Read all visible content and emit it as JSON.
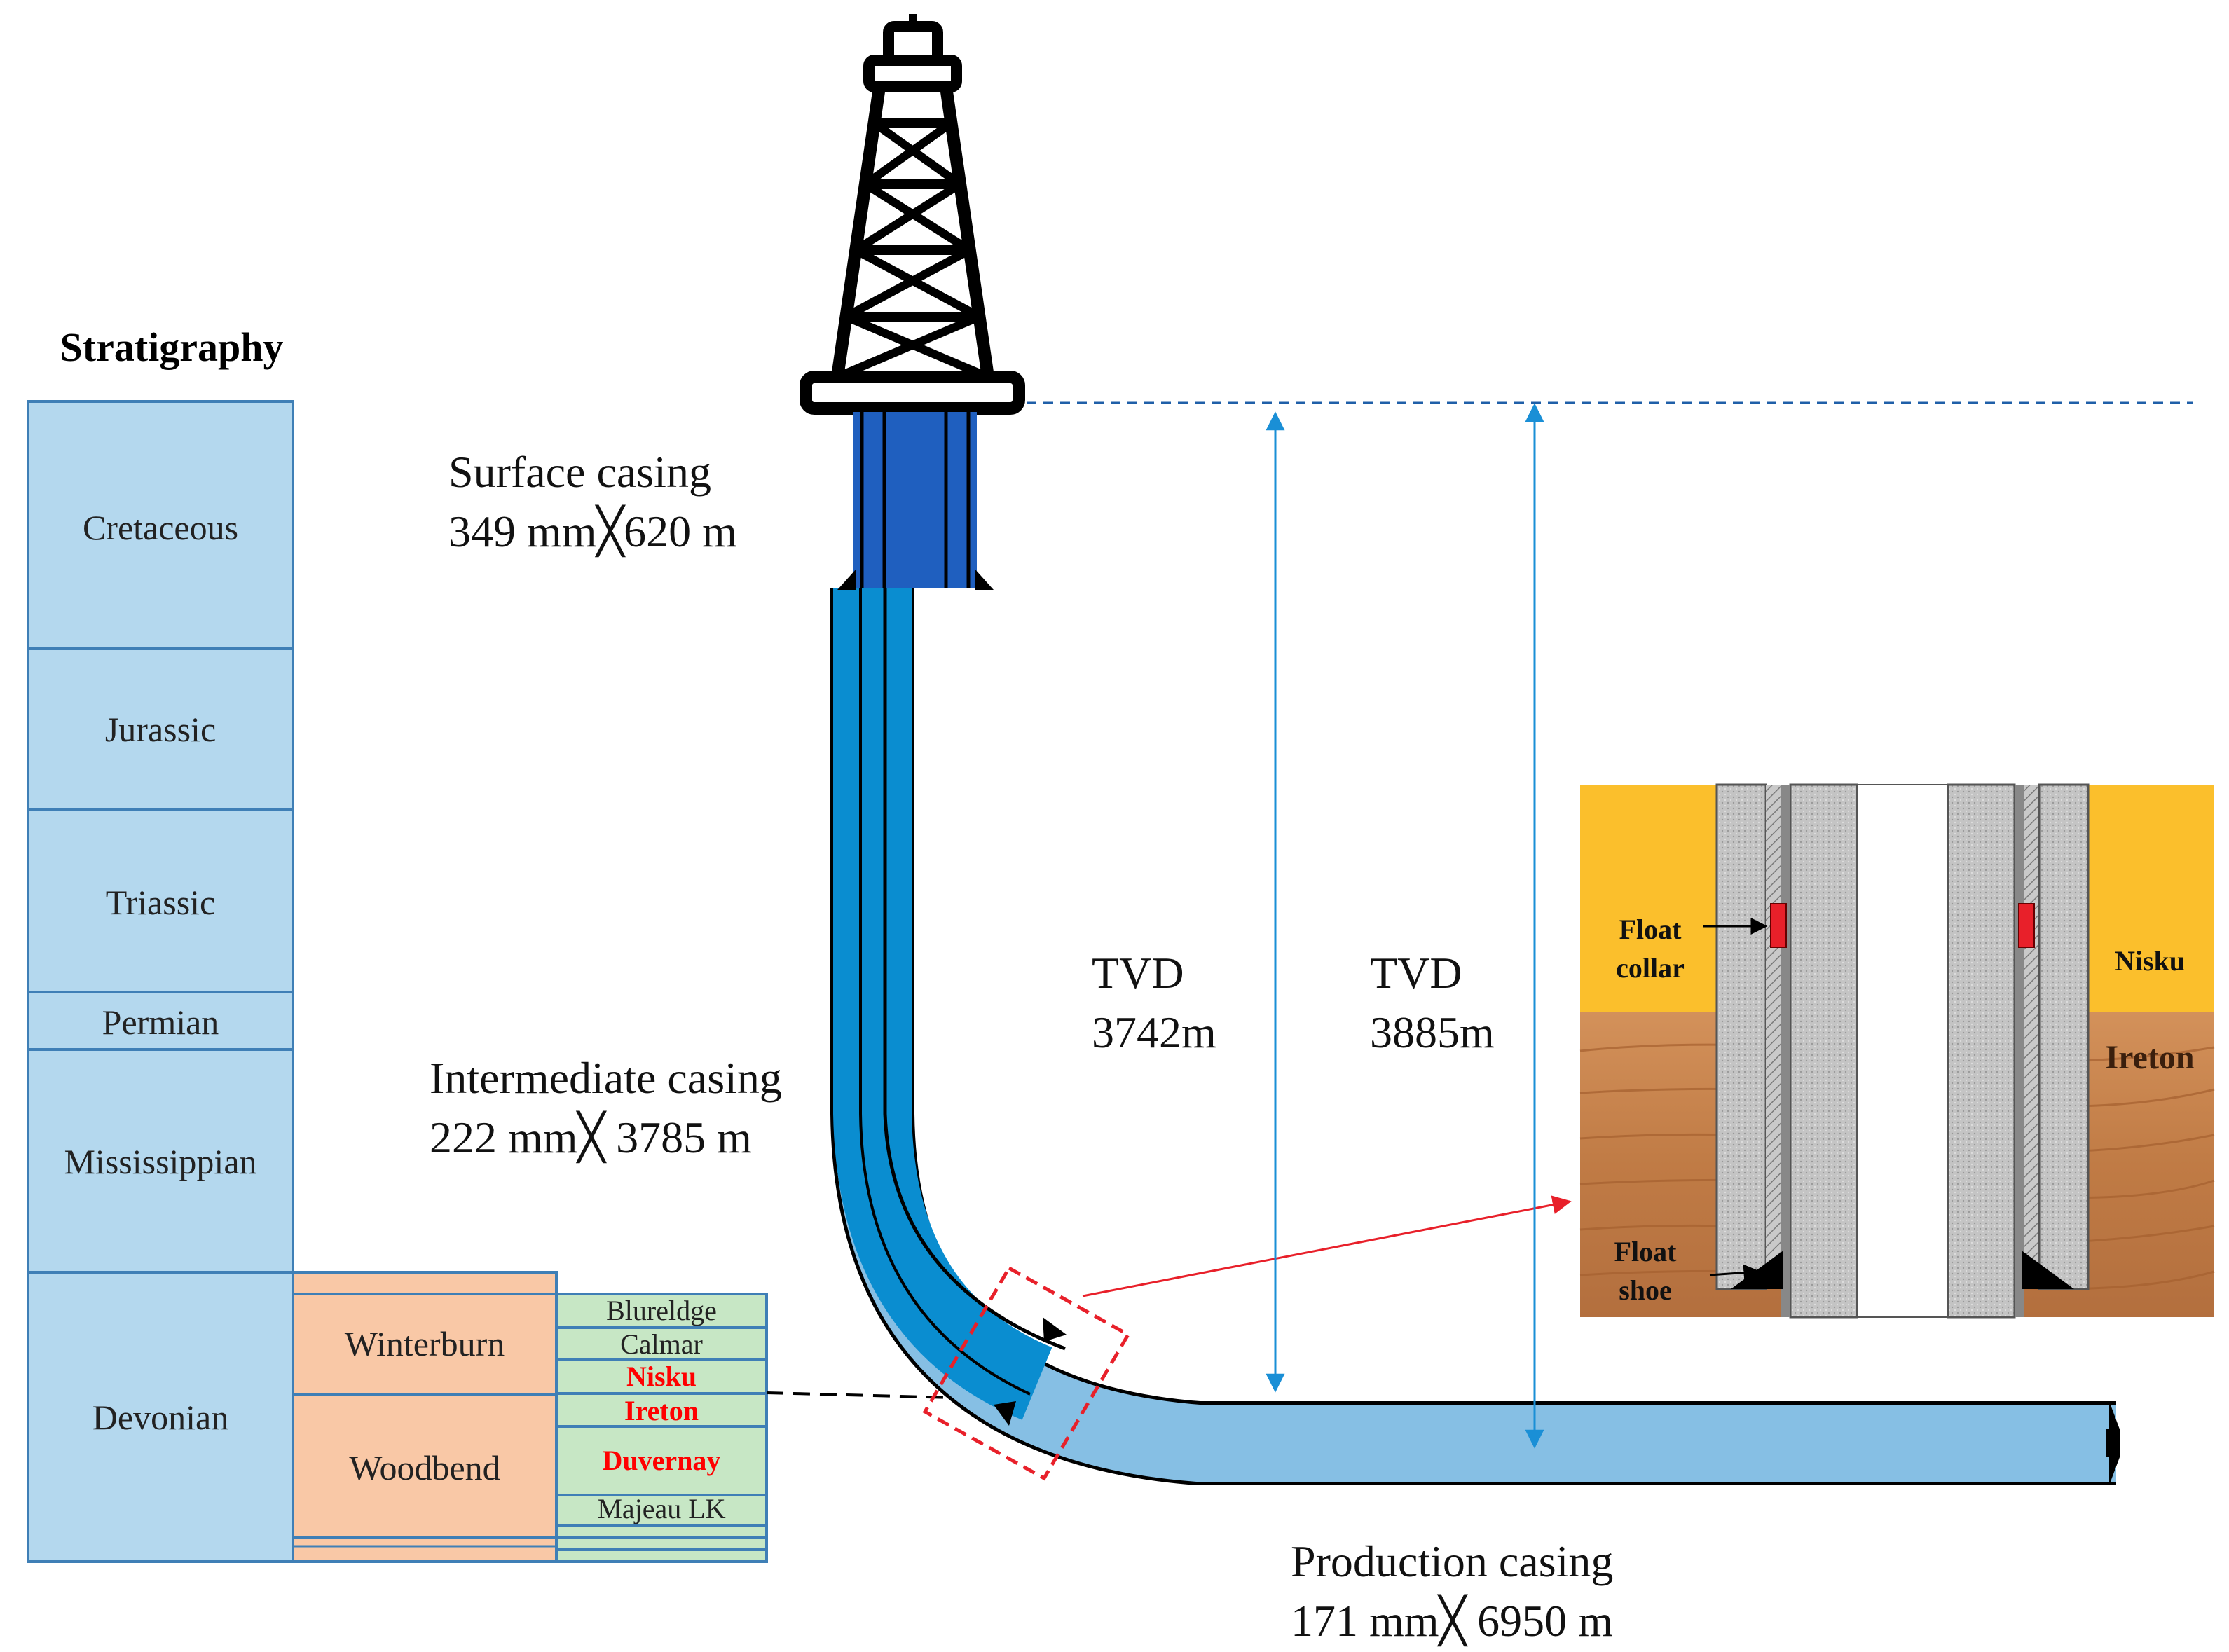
{
  "stratigraphy": {
    "title": "Stratigraphy",
    "periods": [
      {
        "label": "Cretaceous"
      },
      {
        "label": "Jurassic"
      },
      {
        "label": "Triassic"
      },
      {
        "label": "Permian"
      },
      {
        "label": "Mississippian"
      },
      {
        "label": "Devonian"
      }
    ],
    "groups": [
      {
        "label": "Winterburn"
      },
      {
        "label": "Woodbend"
      }
    ],
    "formations": [
      {
        "label": "Blureldge",
        "highlight": false
      },
      {
        "label": "Calmar",
        "highlight": false
      },
      {
        "label": "Nisku",
        "highlight": true
      },
      {
        "label": "Ireton",
        "highlight": true
      },
      {
        "label": "Duvernay",
        "highlight": true
      },
      {
        "label": "Majeau LK",
        "highlight": false
      }
    ]
  },
  "casings": {
    "surface": {
      "name": "Surface casing",
      "size": "349 mm╳620 m"
    },
    "intermediate": {
      "name": "Intermediate casing",
      "size": "222 mm╳ 3785 m"
    },
    "production": {
      "name": "Production casing",
      "size": "171 mm╳ 6950 m"
    }
  },
  "tvd": [
    {
      "label": "TVD",
      "value": "3742m"
    },
    {
      "label": "TVD",
      "value": "3885m"
    }
  ],
  "inset": {
    "float_collar": [
      "Float",
      "collar"
    ],
    "float_shoe": [
      "Float",
      "shoe"
    ],
    "nisku": "Nisku",
    "ireton": "Ireton"
  },
  "icons": {
    "rig": "drilling-rig-icon"
  },
  "colors": {
    "period_fill": "#b4d8ee",
    "period_stroke": "#3f7fb6",
    "group_fill": "#f9c8a6",
    "formation_fill": "#c7e7c5",
    "highlight_text": "#ff0000",
    "surface_casing": "#1f5fbf",
    "intermediate": "#0a8dd0",
    "production": "#86bfe4",
    "nisku_zone": "#fbbf2c",
    "ireton_zone": "#c9824c",
    "accent_red": "#e8202a"
  }
}
